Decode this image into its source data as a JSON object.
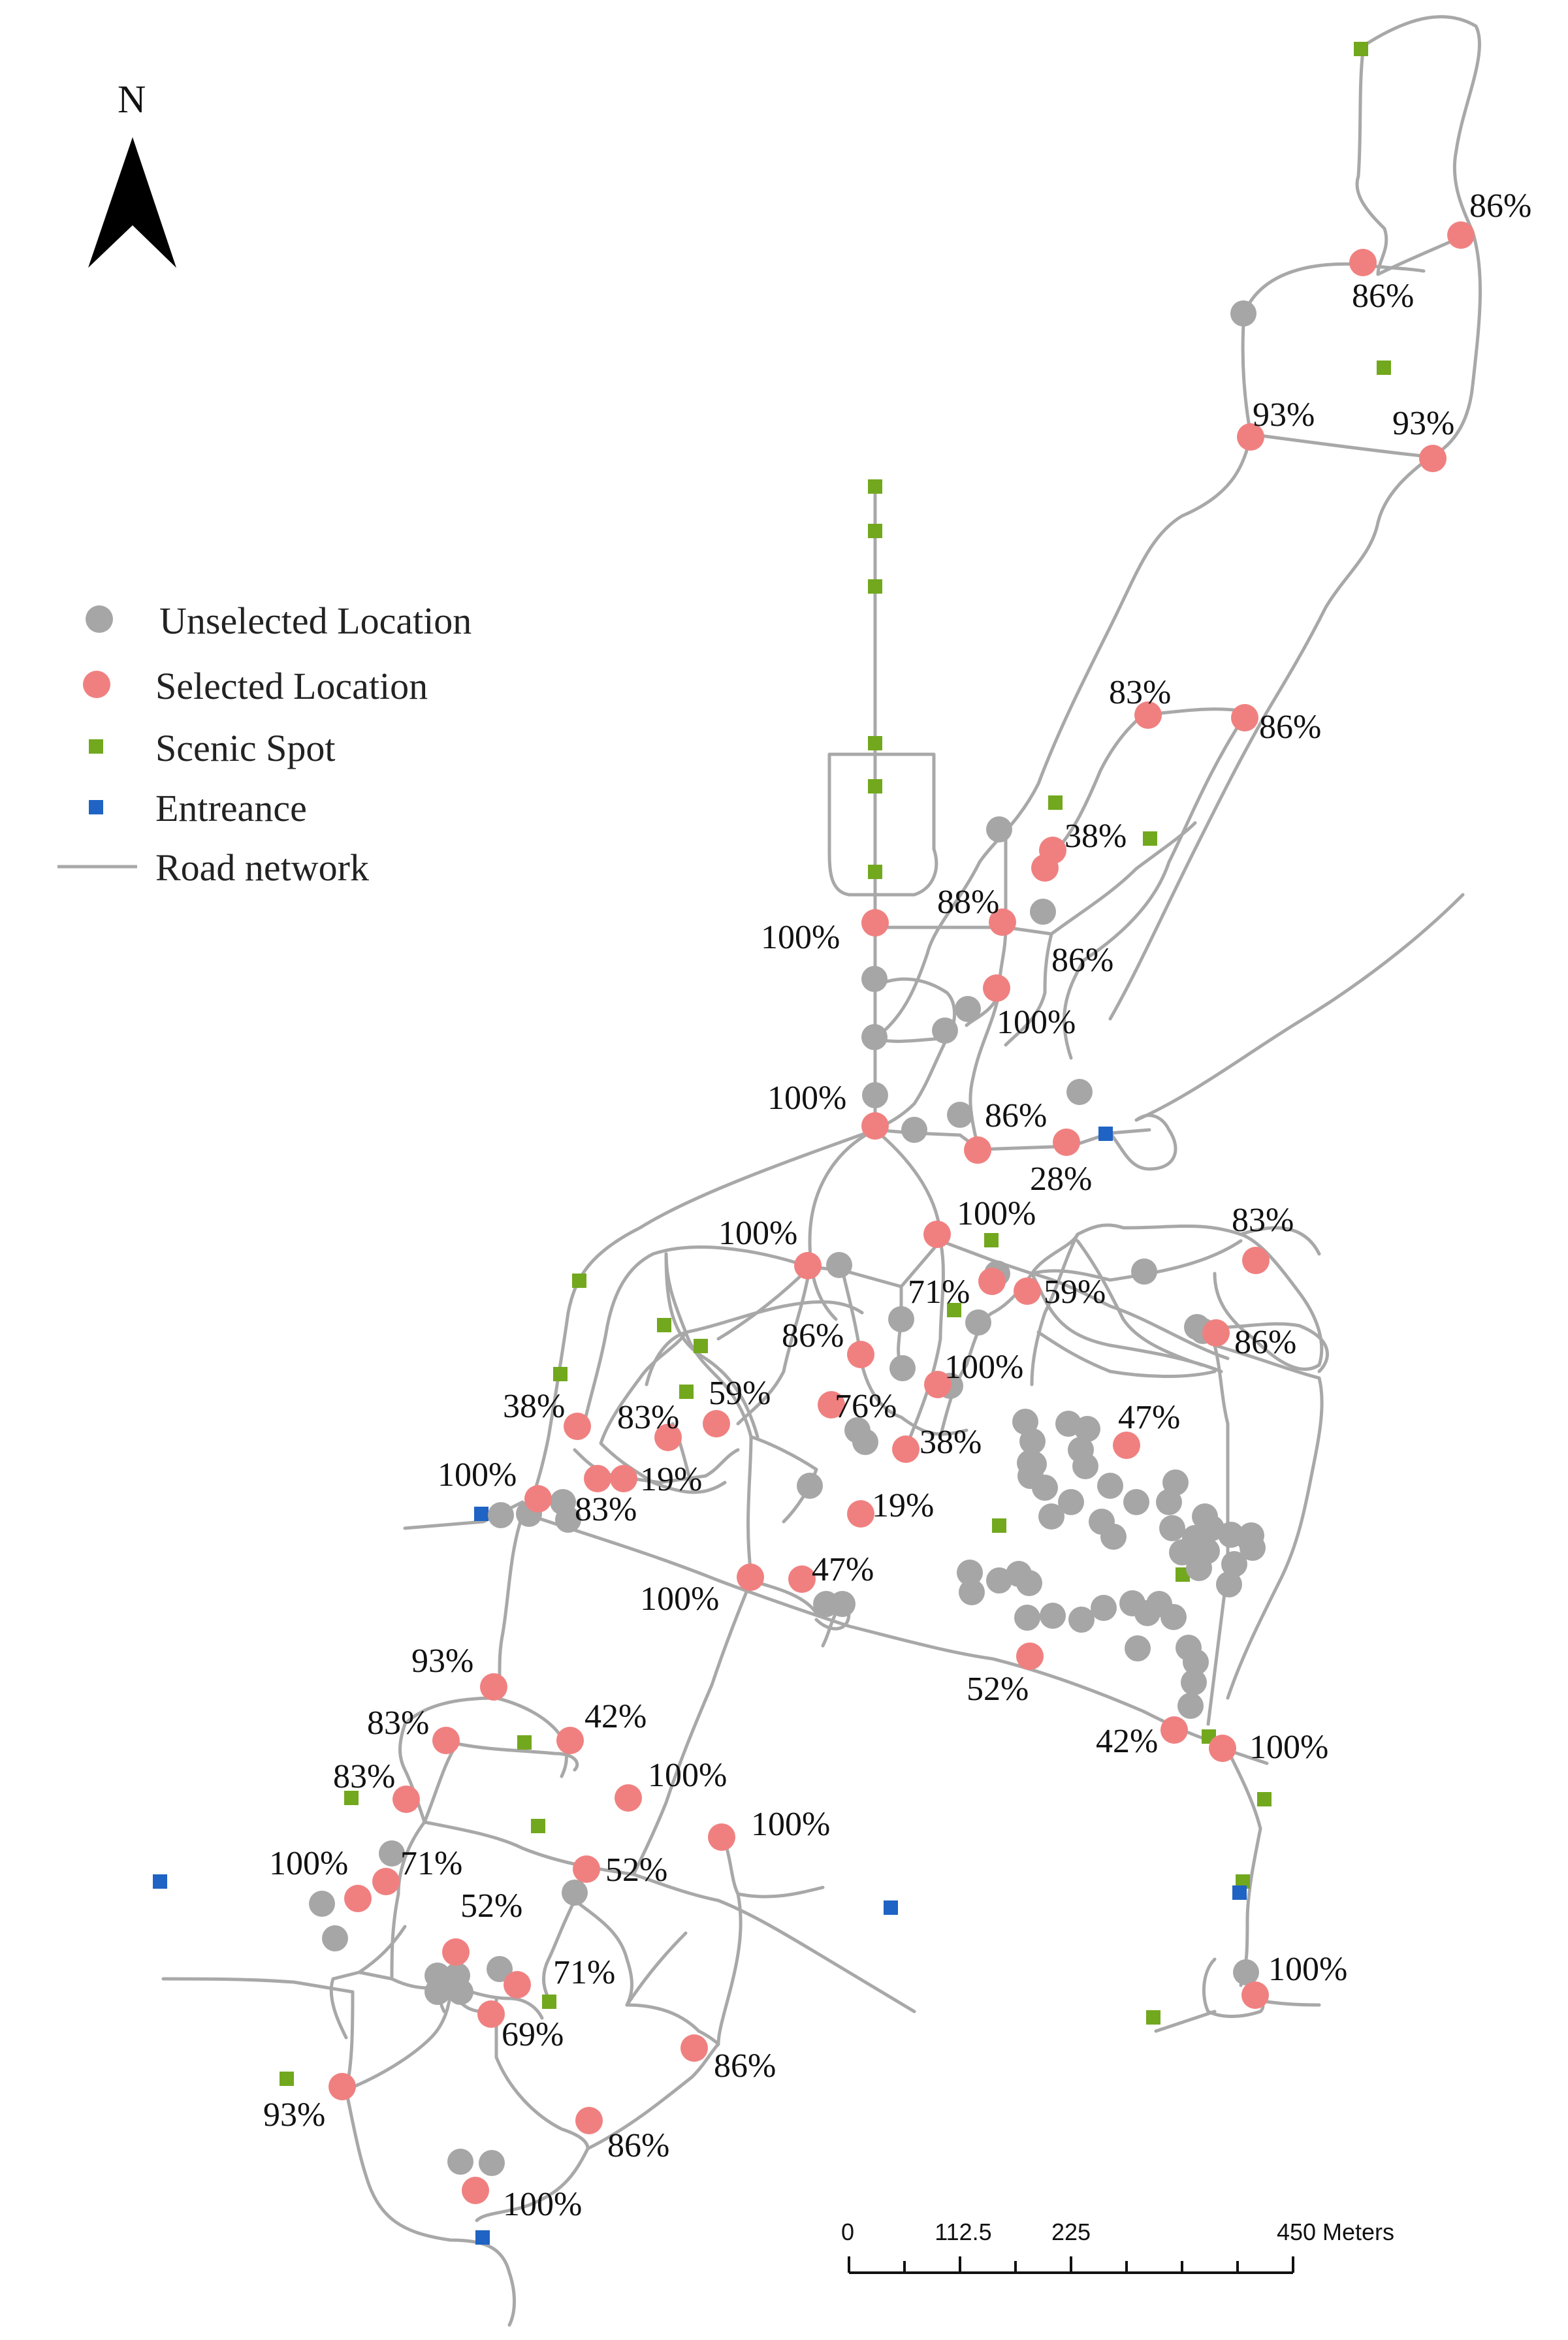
{
  "north_arrow": {
    "label": "N"
  },
  "legend": {
    "items": [
      {
        "label": "Unselected Location",
        "symbol": "gray-circle-icon",
        "color": "#a6a6a6"
      },
      {
        "label": "Selected Location",
        "symbol": "pink-circle-icon",
        "color": "#f08080"
      },
      {
        "label": "Scenic Spot",
        "symbol": "green-square-icon",
        "color": "#72a81e"
      },
      {
        "label": "Entreance",
        "symbol": "blue-square-icon",
        "color": "#1f63c4"
      },
      {
        "label": "Road network",
        "symbol": "road-line-icon",
        "color": "#a8a8a8"
      }
    ]
  },
  "scale_bar": {
    "ticks": [
      "0",
      "112.5",
      "225",
      "450 Meters"
    ]
  },
  "selected_labels": [
    "86%",
    "86%",
    "93%",
    "93%",
    "83%",
    "86%",
    "38%",
    "88%",
    "100%",
    "86%",
    "100%",
    "100%",
    "86%",
    "28%",
    "100%",
    "100%",
    "71%",
    "59%",
    "83%",
    "86%",
    "86%",
    "100%",
    "38%",
    "83%",
    "59%",
    "76%",
    "38%",
    "47%",
    "100%",
    "19%",
    "83%",
    "19%",
    "47%",
    "100%",
    "52%",
    "93%",
    "83%",
    "42%",
    "42%",
    "100%",
    "83%",
    "100%",
    "100%",
    "52%",
    "100%",
    "71%",
    "52%",
    "71%",
    "69%",
    "86%",
    "93%",
    "86%",
    "100%",
    "100%"
  ]
}
